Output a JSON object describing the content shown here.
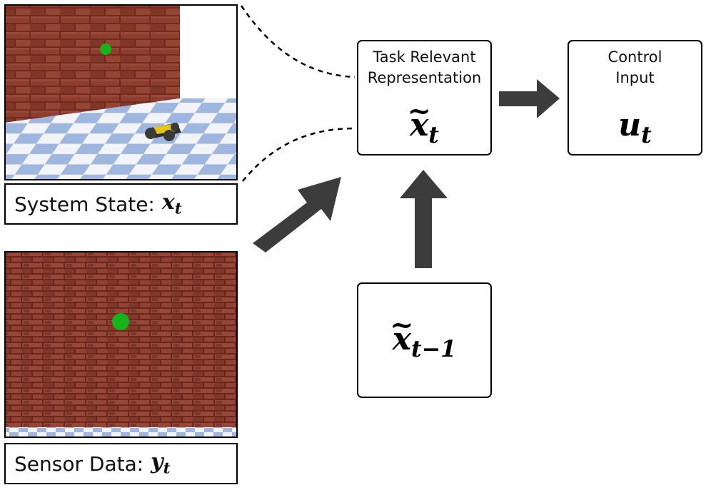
{
  "images": {
    "system_state": {
      "label": "System State:",
      "symbol": "x",
      "subscript": "t"
    },
    "sensor_data": {
      "label": "Sensor Data:",
      "symbol": "y",
      "subscript": "t"
    }
  },
  "nodes": {
    "representation": {
      "caption_line1": "Task Relevant",
      "caption_line2": "Representation",
      "symbol": "x",
      "subscript": "t"
    },
    "control": {
      "caption_line1": "Control",
      "caption_line2": "Input",
      "symbol": "u",
      "subscript": "t"
    },
    "previous": {
      "symbol": "x",
      "subscript": "t−1"
    }
  },
  "colors": {
    "arrow": "#3c3c3c",
    "brick": "#8e3f2f",
    "floor_light": "#f2f4fa",
    "floor_dark": "#9fb6de",
    "ball": "#17b31a"
  }
}
